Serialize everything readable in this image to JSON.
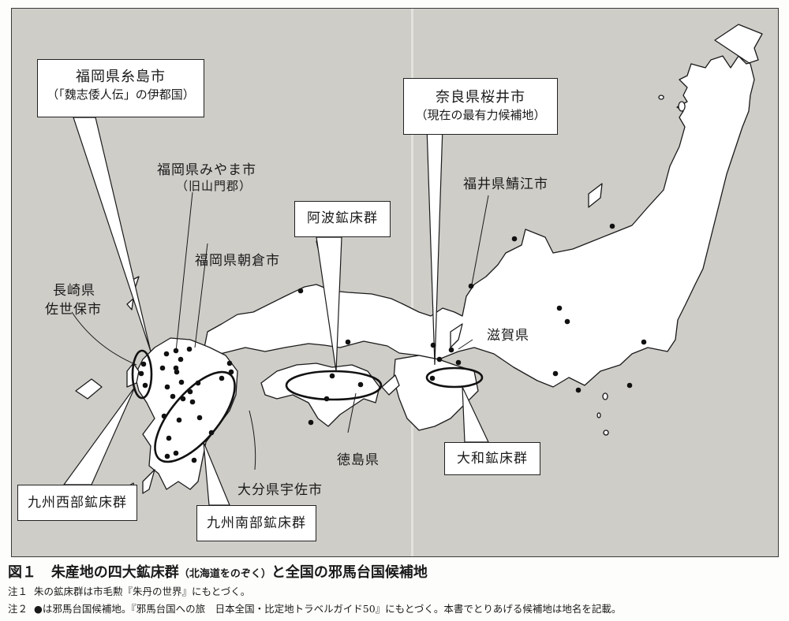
{
  "figure": {
    "number": "図１",
    "title_main": "朱産地の四大鉱床群",
    "title_paren": "（北海道をのぞく）",
    "title_tail": "と全国の邪馬台国候補地"
  },
  "notes": [
    {
      "label": "注１",
      "text": "朱の鉱床群は市毛勲『朱丹の世界』にもとづく。"
    },
    {
      "label": "注２",
      "text": "●は邪馬台国候補地。『邪馬台国への旅　日本全国・比定地トラベルガイド50』にもとづく。本書でとりあげる候補地は地名を記載。"
    }
  ],
  "callouts": {
    "itoshima": {
      "line1": "福岡県糸島市",
      "line2": "（「魏志倭人伝」の伊都国）"
    },
    "sakurai": {
      "line1": "奈良県桜井市",
      "line2": "（現在の最有力候補地）"
    },
    "awa": {
      "line1": "阿波鉱床群"
    },
    "kyushu_west": {
      "line1": "九州西部鉱床群"
    },
    "kyushu_south": {
      "line1": "九州南部鉱床群"
    },
    "yamato": {
      "line1": "大和鉱床群"
    }
  },
  "labels": {
    "miyama": {
      "line1": "福岡県みやま市",
      "line2": "（旧山門郡）"
    },
    "asakura": "福岡県朝倉市",
    "sasebo": {
      "line1": "長崎県",
      "line2": "佐世保市"
    },
    "usa": "大分県宇佐市",
    "tokushima": "徳島県",
    "sabae": "福井県鯖江市",
    "shiga": "滋賀県"
  },
  "legend": {
    "candidate_marker": "●",
    "meaning": "邪馬台国候補地"
  },
  "colors": {
    "sea": "#cfcdc8",
    "land": "#ffffff",
    "outline": "#1a1a1a",
    "marker": "#111111"
  },
  "candidate_points": [
    [
      181,
      461
    ],
    [
      178,
      473
    ],
    [
      183,
      488
    ],
    [
      210,
      448
    ],
    [
      222,
      444
    ],
    [
      228,
      455
    ],
    [
      205,
      466
    ],
    [
      222,
      466
    ],
    [
      223,
      471
    ],
    [
      211,
      490
    ],
    [
      229,
      484
    ],
    [
      218,
      502
    ],
    [
      231,
      505
    ],
    [
      240,
      496
    ],
    [
      243,
      509
    ],
    [
      250,
      485
    ],
    [
      207,
      527
    ],
    [
      226,
      532
    ],
    [
      252,
      529
    ],
    [
      213,
      555
    ],
    [
      211,
      578
    ],
    [
      222,
      574
    ],
    [
      267,
      548
    ],
    [
      245,
      583
    ],
    [
      290,
      460
    ],
    [
      280,
      479
    ],
    [
      292,
      471
    ],
    [
      380,
      368
    ],
    [
      239,
      442
    ],
    [
      440,
      433
    ],
    [
      420,
      476
    ],
    [
      413,
      505
    ],
    [
      456,
      487
    ],
    [
      393,
      535
    ],
    [
      548,
      437
    ],
    [
      556,
      455
    ],
    [
      571,
      443
    ],
    [
      580,
      459
    ],
    [
      547,
      479
    ],
    [
      596,
      362
    ],
    [
      651,
      302
    ],
    [
      708,
      390
    ],
    [
      718,
      407
    ],
    [
      775,
      286
    ],
    [
      815,
      433
    ],
    [
      703,
      473
    ],
    [
      732,
      494
    ],
    [
      797,
      488
    ]
  ]
}
